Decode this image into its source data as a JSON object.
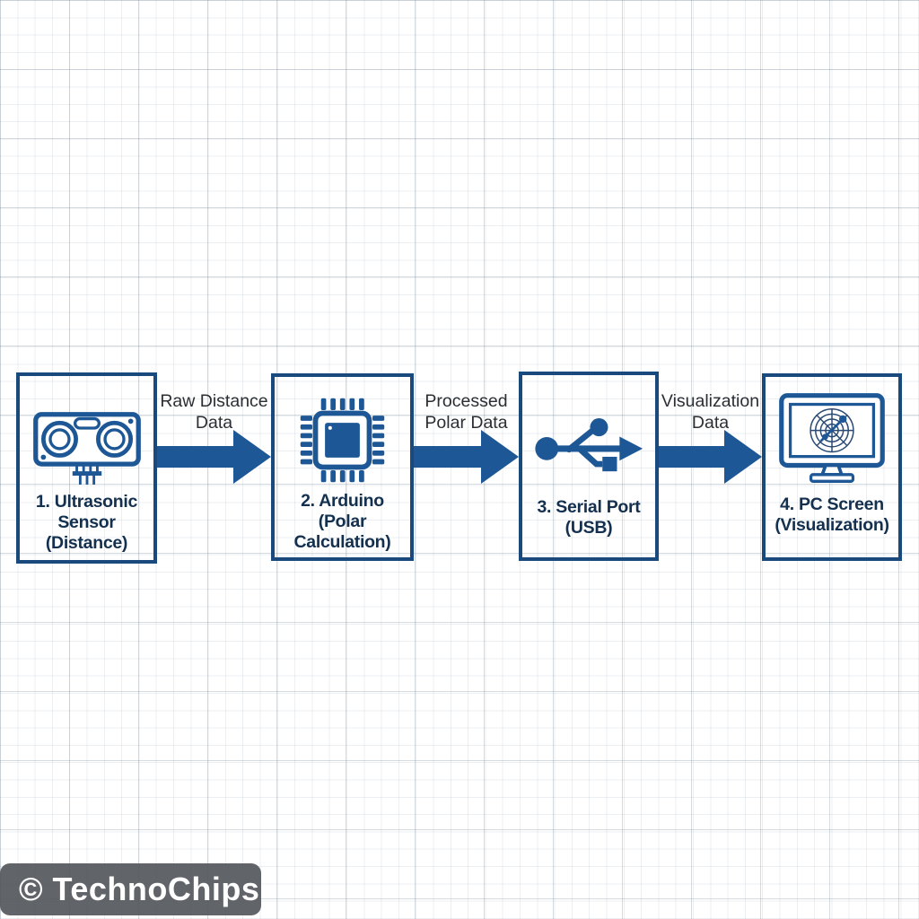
{
  "page": {
    "type": "flow-diagram",
    "background": "graph-paper"
  },
  "colors": {
    "primary_blue": "#1d5795",
    "box_border_blue": "#1a4a7d",
    "box_label_navy": "#14304f",
    "arrow_label_gray": "#2b2e33",
    "grid_fine": "#e6eaee",
    "grid_major": "#ccd3da",
    "logo_bg_gray": "#55575b",
    "logo_text_white": "#ffffff"
  },
  "nodes": [
    {
      "title": "1. Ultrasonic\nSensor\n(Distance)",
      "icon": "ultrasonic-sensor-icon"
    },
    {
      "title": "2. Arduino\n(Polar\nCalculation)",
      "icon": "microchip-icon"
    },
    {
      "title": "3. Serial Port\n(USB)",
      "icon": "usb-icon"
    },
    {
      "title": "4. PC Screen\n(Visualization)",
      "icon": "monitor-radar-icon"
    }
  ],
  "edges": [
    {
      "from": "ultrasonic-sensor",
      "to": "arduino",
      "label": "Raw Distance\nData"
    },
    {
      "from": "arduino",
      "to": "serial-port",
      "label": "Processed\nPolar Data"
    },
    {
      "from": "serial-port",
      "to": "pc-screen",
      "label": "Visualization\nData"
    }
  ],
  "footer": {
    "copyright": "© TechnoChips"
  }
}
